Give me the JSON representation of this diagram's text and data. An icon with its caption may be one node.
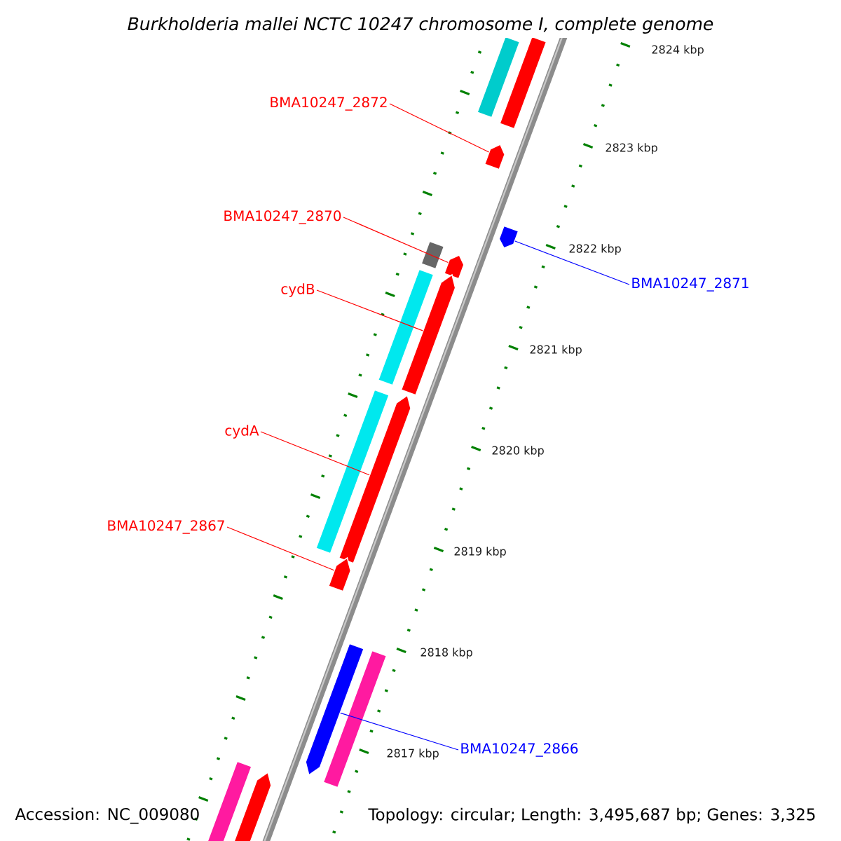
{
  "diagram": {
    "title": "Burkholderia mallei NCTC 10247 chromosome I, complete genome",
    "nodes": [
      {
        "text": [
          "BMA10247_2872"
        ]
      },
      {
        "text": [
          "BMA10247_2870"
        ]
      },
      {
        "text": [
          "BMA10247_2871"
        ]
      },
      {
        "text": [
          "cydB"
        ]
      },
      {
        "text": [
          "cydA"
        ]
      },
      {
        "text": [
          "BMA10247_2867"
        ]
      },
      {
        "text": [
          "BMA10247_2866"
        ]
      },
      {
        "text": [],
        "shape": "bar"
      },
      {
        "text": [],
        "shape": "bar"
      },
      {
        "text": [],
        "shape": "bar"
      },
      {
        "text": [],
        "shape": "bar"
      },
      {
        "text": [],
        "shape": "bar"
      },
      {
        "text": [],
        "shape": "bar"
      },
      {
        "text": [],
        "shape": "bar"
      },
      {
        "text": [],
        "shape": "bar"
      },
      {
        "text": [],
        "shape": "bar"
      },
      {
        "text": [],
        "shape": "bar"
      },
      {
        "text": [],
        "shape": "bar"
      },
      {
        "text": [],
        "shape": "bar"
      },
      {
        "text": [],
        "shape": "bar"
      },
      {
        "text": [],
        "shape": "bar"
      },
      {
        "text": [],
        "shape": "bar"
      }
    ],
    "edges": [
      {
        "from": 0,
        "to": 7,
        "arrow": "none"
      },
      {
        "from": 1,
        "to": 8,
        "arrow": "none"
      },
      {
        "from": 2,
        "to": 9,
        "arrow": "none",
        "color": "#0000ff"
      },
      {
        "from": 3,
        "to": 10,
        "arrow": "none"
      },
      {
        "from": 4,
        "to": 11,
        "arrow": "none"
      },
      {
        "from": 5,
        "to": 12,
        "arrow": "none"
      },
      {
        "from": 6,
        "to": 13,
        "arrow": "none",
        "color": "#0000ff"
      }
    ],
    "labels": [
      "2824 kbp",
      "2823 kbp",
      "2822 kbp",
      "2821 kbp",
      "2820 kbp",
      "2819 kbp",
      "2818 kbp",
      "2817 kbp",
      "Accession: NC_009080",
      "Topology: circular; Length: 3,495,687 bp; Genes: 3,325"
    ]
  }
}
